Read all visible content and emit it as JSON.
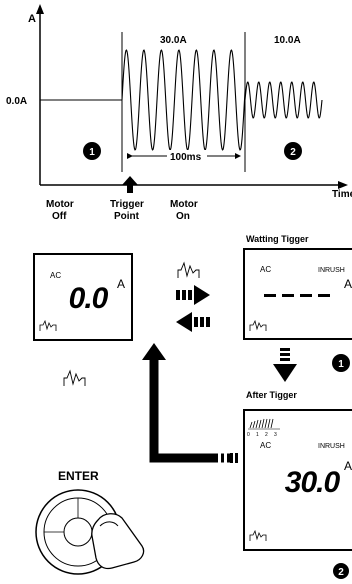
{
  "graph": {
    "y_axis_label": "A",
    "x_axis_label": "Time",
    "baseline_label": "0.0A",
    "peak1_label": "30.0A",
    "peak2_label": "10.0A",
    "duration_label": "100ms",
    "marker1": "1",
    "marker2": "2"
  },
  "events": {
    "motor_off": [
      "Motor",
      "Off"
    ],
    "trigger_point": [
      "Trigger",
      "Point"
    ],
    "motor_on": [
      "Motor",
      "On"
    ]
  },
  "panels": {
    "waiting_title": "Watting Tigger",
    "after_title": "After Tigger",
    "left_display": {
      "mode": "AC",
      "reading": "0.0",
      "unit": "A"
    },
    "waiting_display": {
      "mode": "AC",
      "mode2": "INRUSH",
      "unit": "A"
    },
    "after_display": {
      "mode": "AC",
      "mode2": "INRUSH",
      "reading": "30.0",
      "unit": "A",
      "scale": [
        "0",
        "1",
        "2",
        "3"
      ]
    },
    "step1": "1",
    "step2": "2"
  },
  "button": {
    "label": "ENTER"
  }
}
